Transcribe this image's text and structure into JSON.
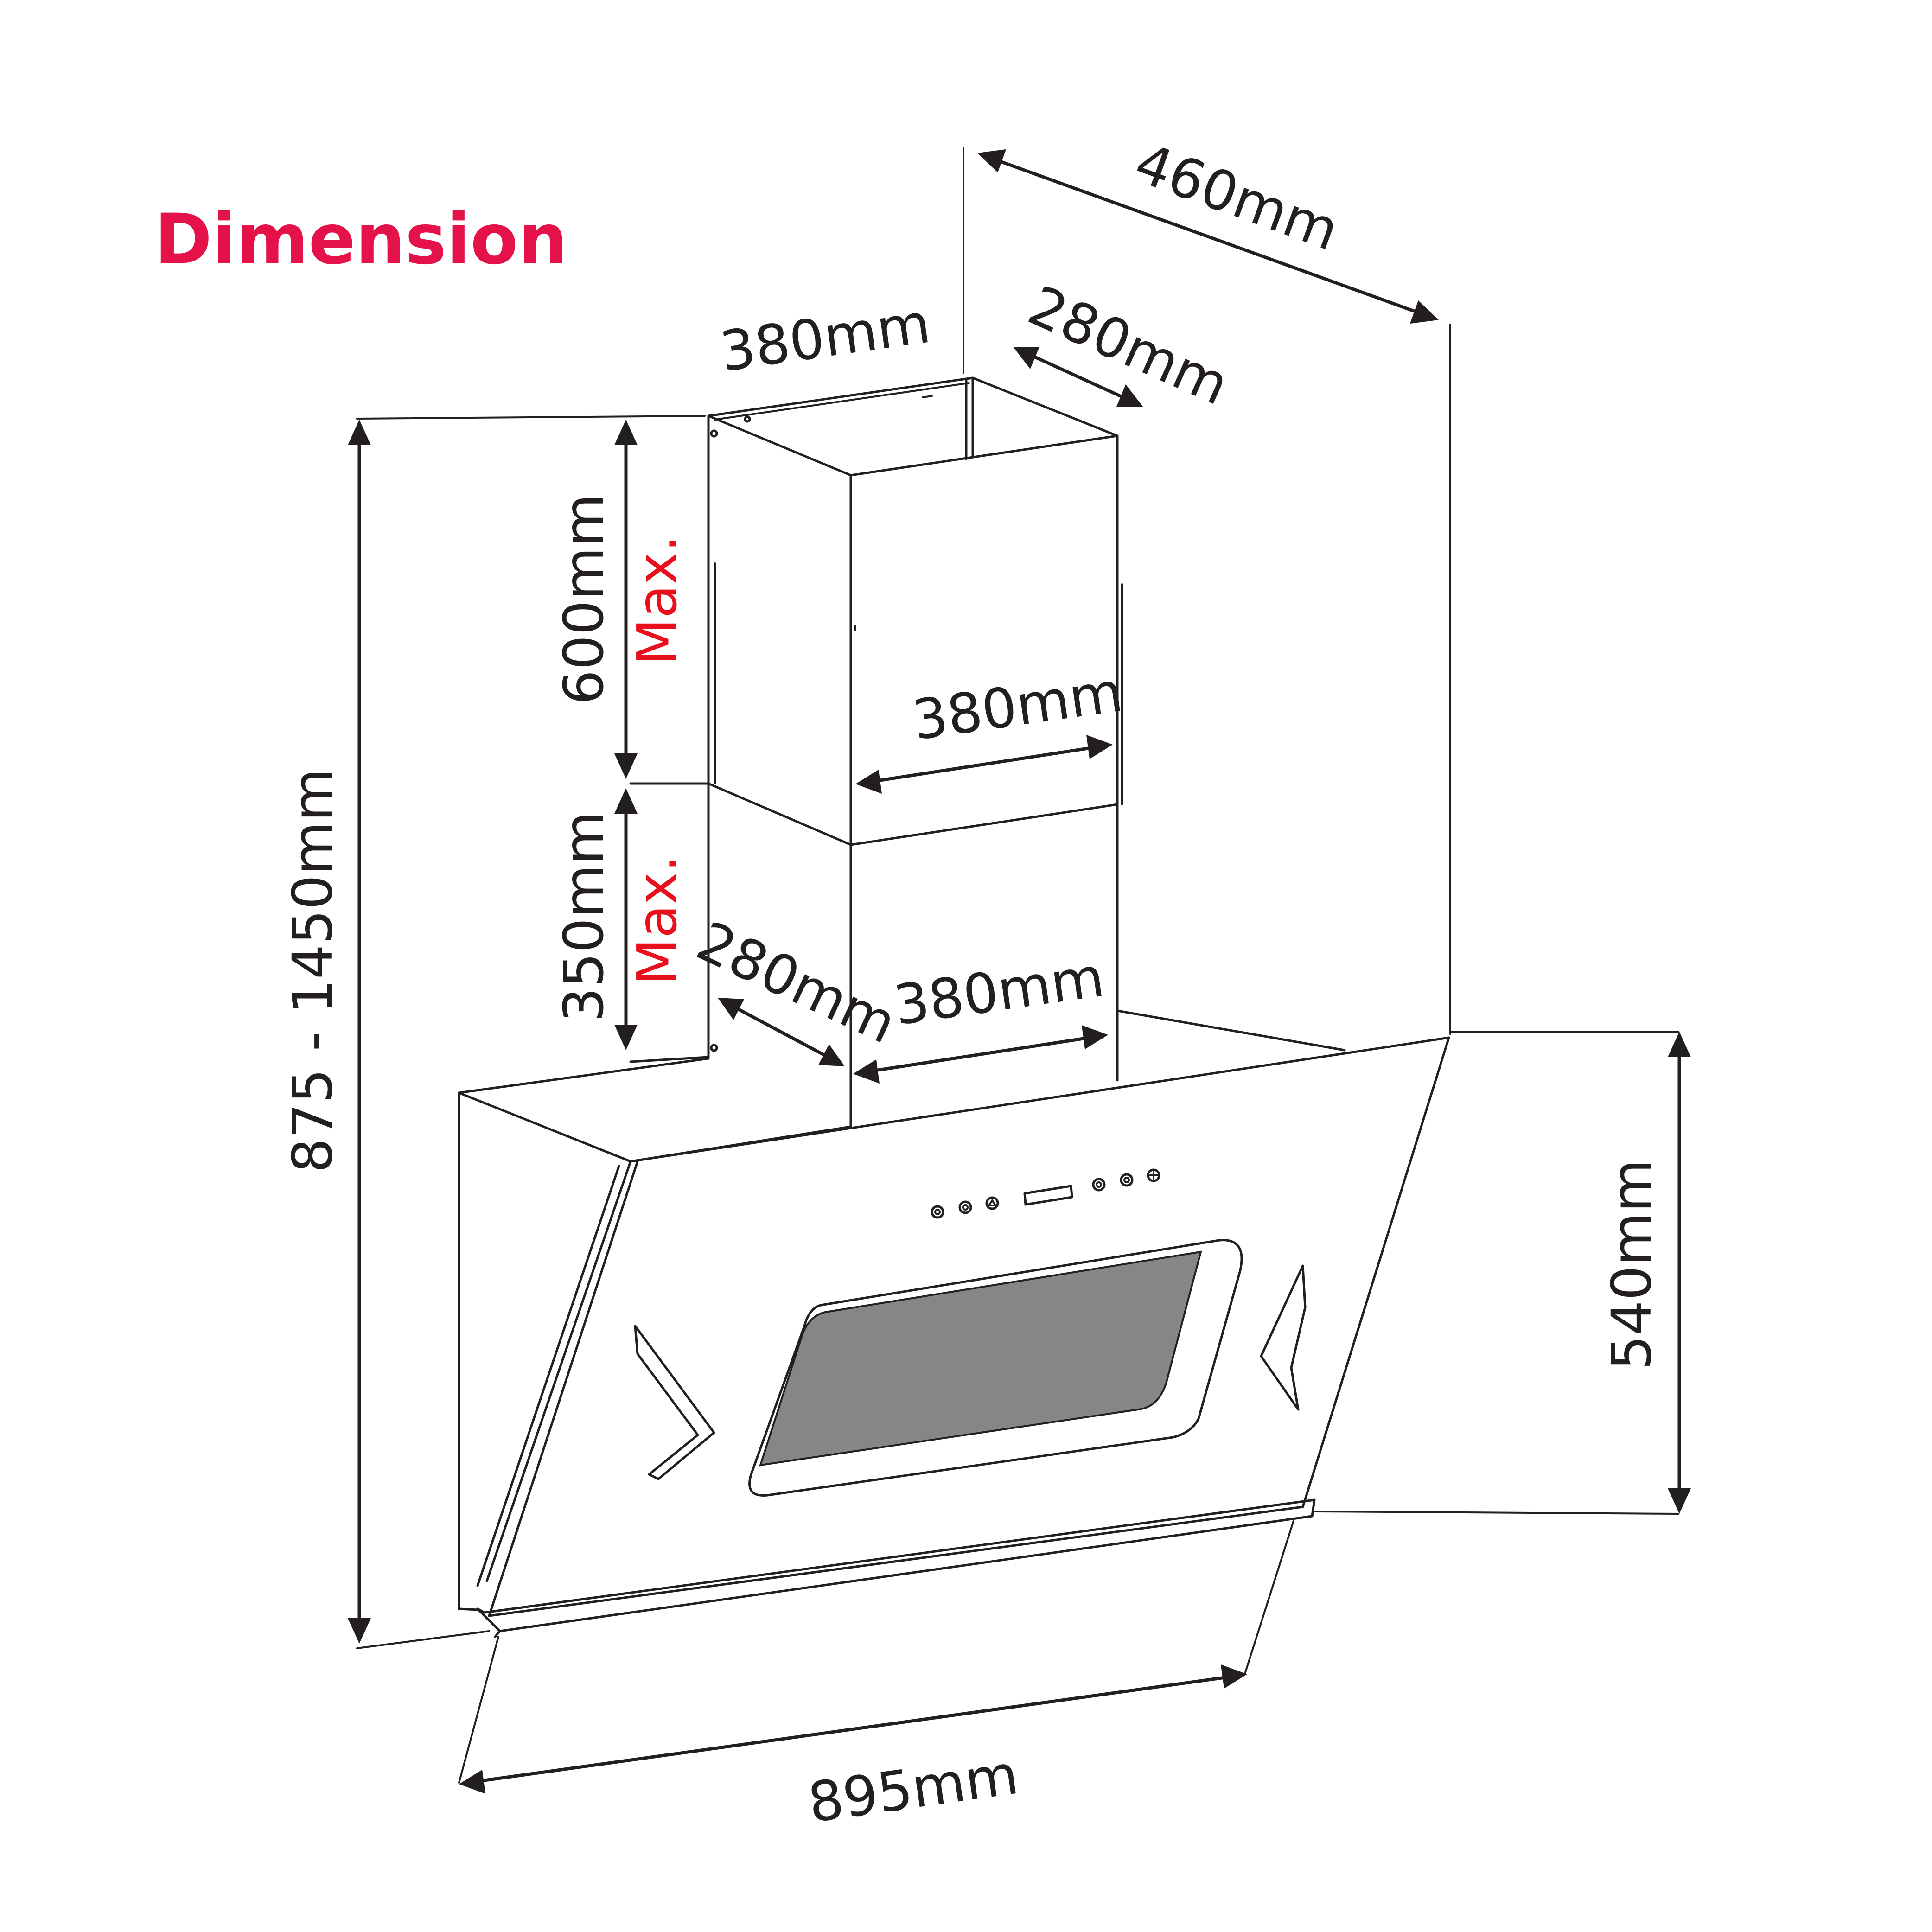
{
  "title": "Dimension",
  "labels": {
    "depth_total": "460mm",
    "top_chimney_width": "380mm",
    "top_chimney_depth": "280mm",
    "upper_chimney_height": "600mm",
    "upper_max": "Max.",
    "upper_chimney_width": "380mm",
    "lower_chimney_height": "350mm",
    "lower_max": "Max.",
    "lower_chimney_depth": "280mm",
    "lower_chimney_width": "380mm",
    "total_height": "875 - 1450mm",
    "glass_height": "540mm",
    "hood_width": "895mm"
  },
  "colors": {
    "title": "#e5124a",
    "max_label": "#e8101c",
    "line": "#231f20",
    "window_fill": "#868686"
  },
  "icons": [
    "control-button-icon",
    "control-button-icon",
    "control-button-icon",
    "display-panel-icon",
    "control-button-icon",
    "control-button-icon",
    "control-button-icon"
  ]
}
